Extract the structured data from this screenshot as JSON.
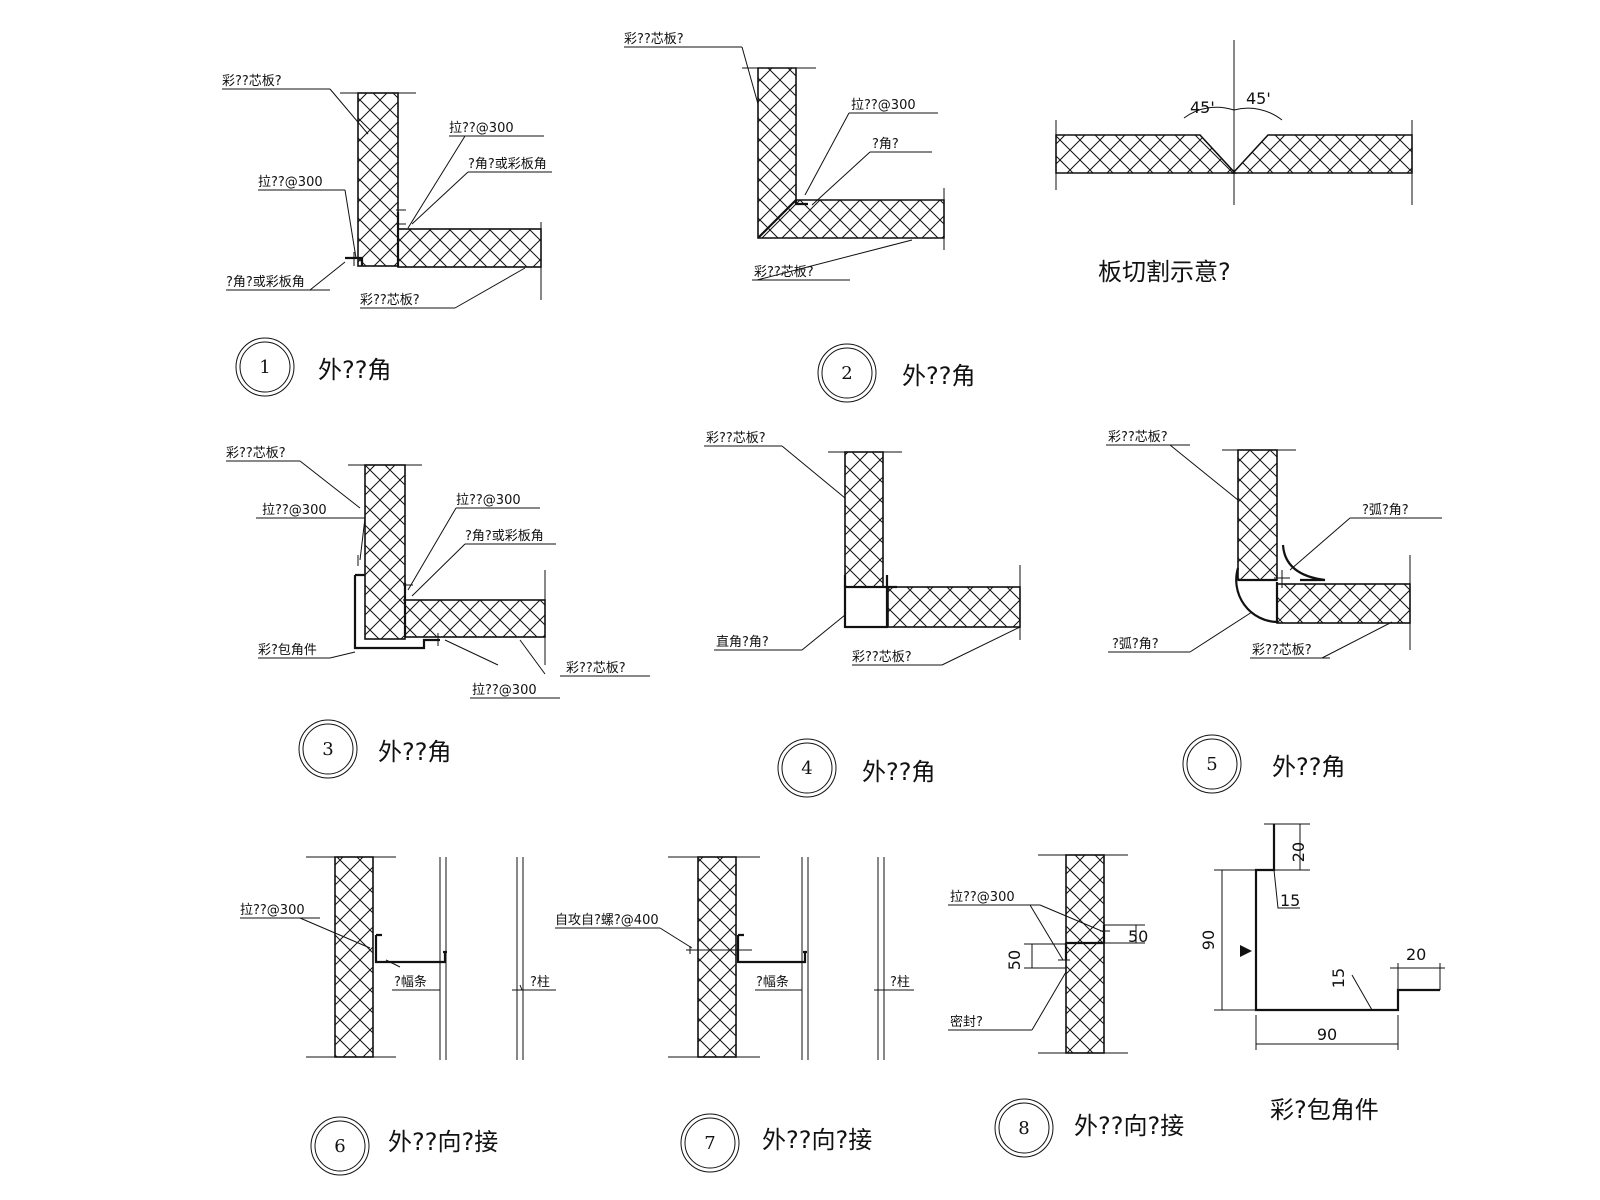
{
  "sheet": {
    "labels": {
      "color_steel_core_board": "彩??芯板?",
      "tie_bolt_300": "拉??@300",
      "corner_or_color_corner": "?角?或彩板角",
      "edge_angle": "?角?",
      "color_wrap_corner": "彩?包角件",
      "right_angle": "直角?角?",
      "arc_corner": "?弧?角?",
      "c_purlin": "?幅条",
      "column": "?柱",
      "self_tapping_screw": "自攻自?螺?@400",
      "sealant": "密封?",
      "angle_45": "45'",
      "board_cut_title": "板切割示意?"
    },
    "details": [
      {
        "num": "1",
        "title": "外??角"
      },
      {
        "num": "2",
        "title": "外??角"
      },
      {
        "num": "3",
        "title": "外??角"
      },
      {
        "num": "4",
        "title": "外??角"
      },
      {
        "num": "5",
        "title": "外??角"
      },
      {
        "num": "6",
        "title": "外??向?接"
      },
      {
        "num": "7",
        "title": "外??向?接"
      },
      {
        "num": "8",
        "title": "外??向?接"
      }
    ],
    "wrap_part": {
      "title": "彩?包角件",
      "dims": {
        "top": "20",
        "lip": "15",
        "height": "90",
        "width": "90",
        "right": "20",
        "right_lip": "15"
      }
    },
    "detail8_dims": {
      "upper": "50",
      "lower": "50"
    }
  }
}
